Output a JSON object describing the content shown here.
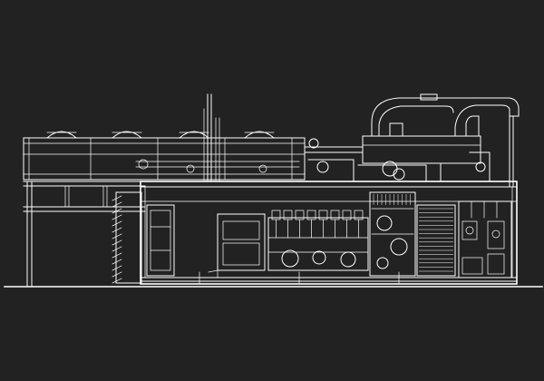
{
  "colors": {
    "background": "#222222",
    "line": "#ffffff"
  },
  "drawing": {
    "subject": "gas-engine-generator-set-elevation",
    "icons": [
      "radiator-fan-icon",
      "exhaust-pipe-icon",
      "engine-icon",
      "control-cabinet-icon",
      "alternator-icon"
    ],
    "cooler_fan_count": 4,
    "louver_count": 14,
    "engine_cylinder_count": 8,
    "cabinet_panel_count": 4
  }
}
